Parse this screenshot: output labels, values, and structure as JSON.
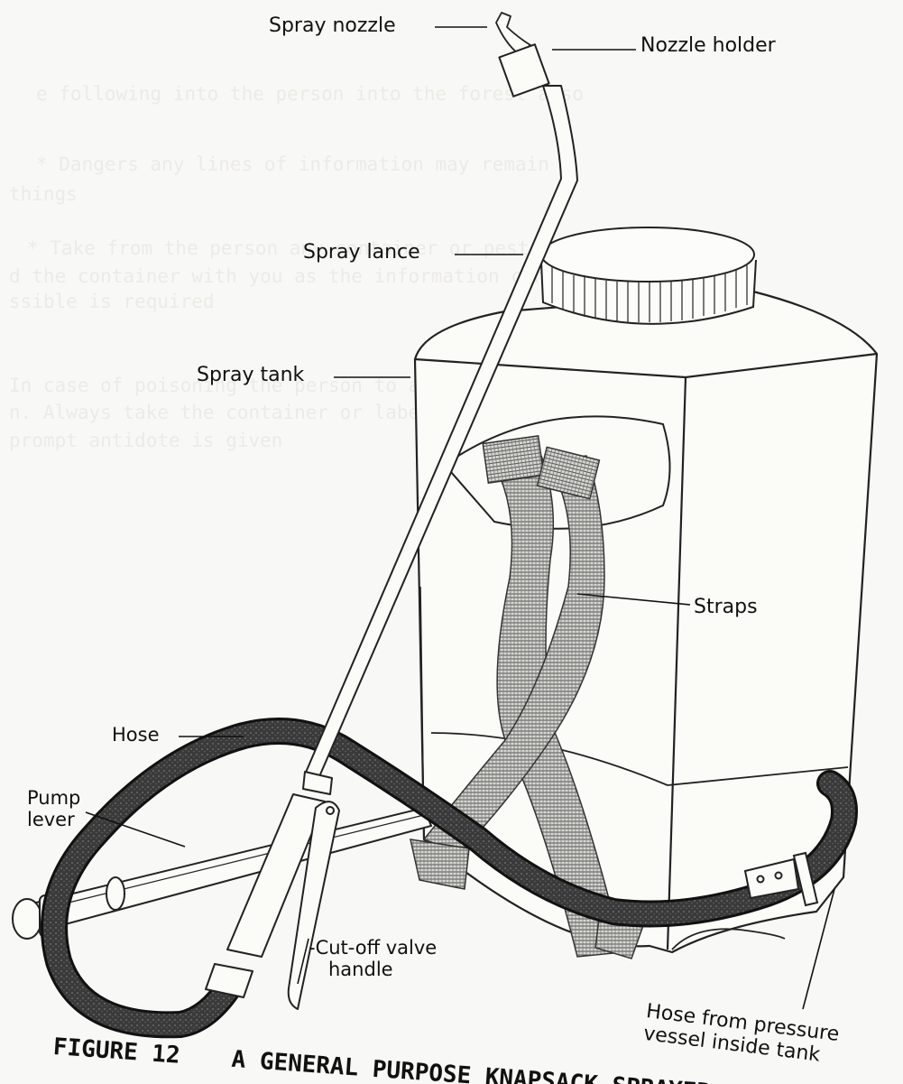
{
  "background_text": [
    "e following into the person into the forest also",
    "* Dangers any lines of information may remain",
    "things",
    "* Take from the person any container or pesticide",
    "d the container with you as the information can be",
    "ssible is required",
    "In case of poisoning the person to a hospital",
    "n. Always take the container or label so that",
    "prompt antidote is given"
  ],
  "labels": {
    "spray_nozzle": "Spray nozzle",
    "nozzle_holder": "Nozzle holder",
    "spray_lance": "Spray lance",
    "spray_tank": "Spray tank",
    "straps": "Straps",
    "hose": "Hose",
    "pump_lever_line1": "Pump",
    "pump_lever_line2": "lever",
    "cutoff_line1": "-Cut-off valve",
    "cutoff_line2": "handle",
    "hose_pressure_line1": "Hose from pressure",
    "hose_pressure_line2": "vessel inside tank"
  },
  "caption": {
    "figure": "FIGURE 12",
    "title": "A GENERAL PURPOSE KNAPSACK SPRAYER"
  }
}
